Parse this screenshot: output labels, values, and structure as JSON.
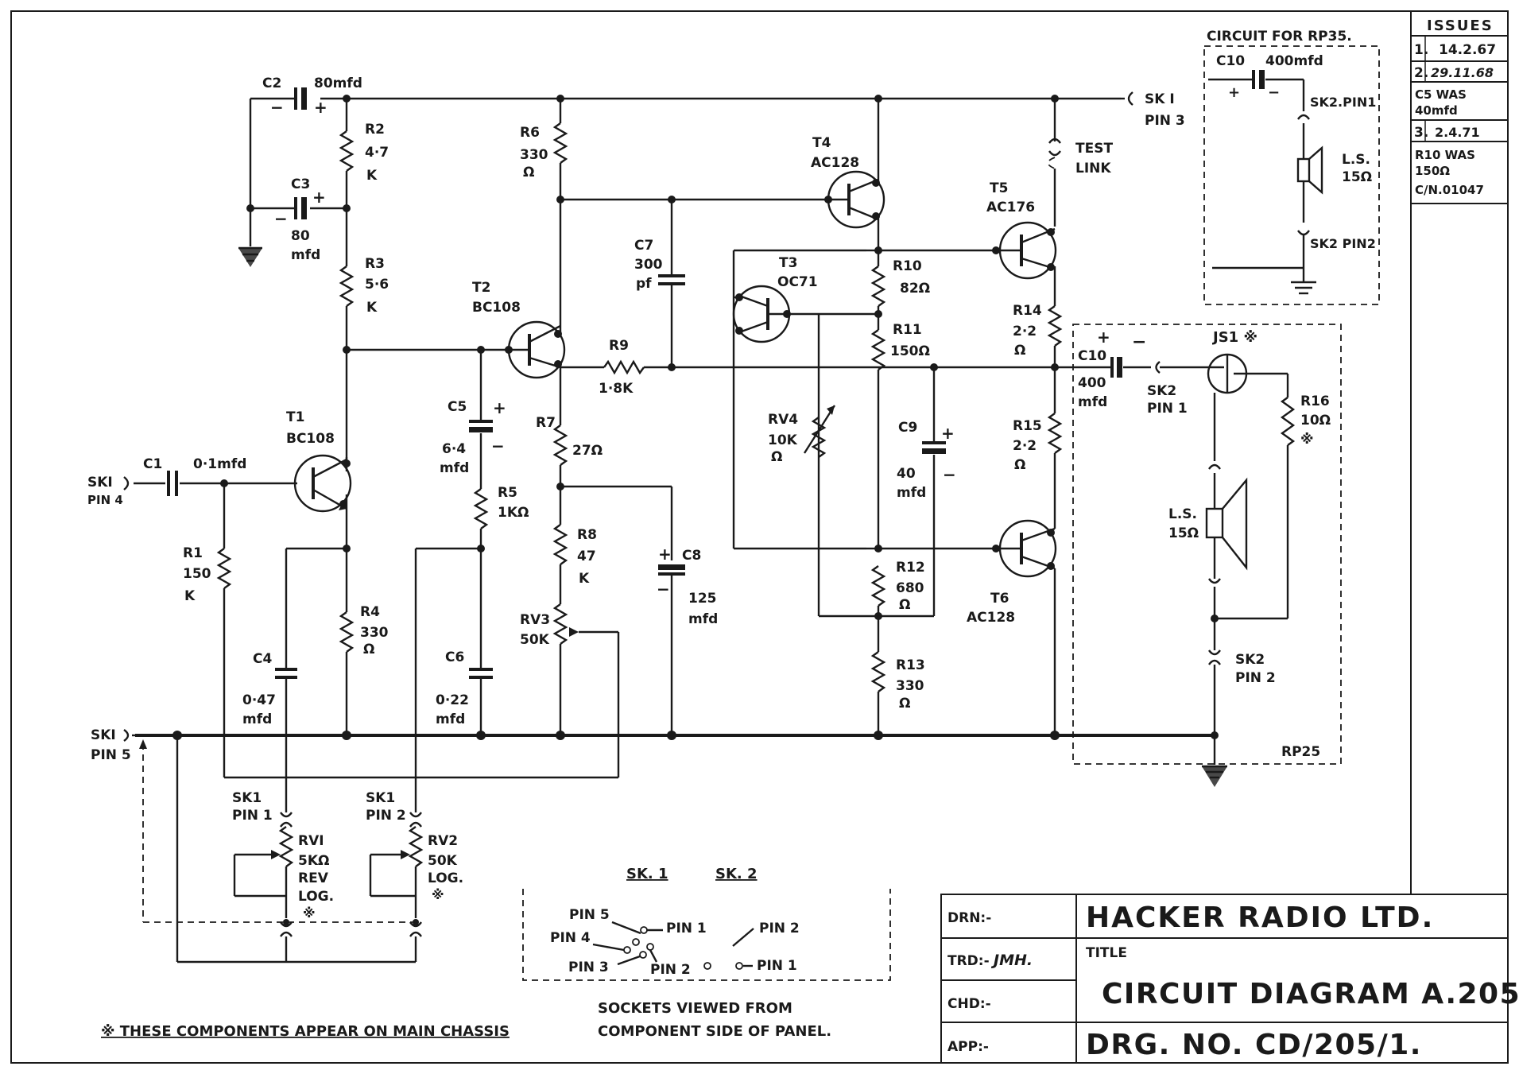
{
  "title_block": {
    "company": "HACKER RADIO LTD.",
    "title_label": "TITLE",
    "title": "CIRCUIT DIAGRAM A.205.",
    "drawing_number": "DRG. NO. CD/205/1.",
    "drn_label": "DRN:-",
    "trd_label": "TRD:-",
    "trd_value": "JMH.",
    "chd_label": "CHD:-",
    "app_label": "APP:-"
  },
  "issues": {
    "header": "ISSUES",
    "rows": [
      {
        "num": "1.",
        "date": "14.2.67"
      },
      {
        "num": "2.",
        "date": "29.11.68",
        "note1": "C5 WAS",
        "note2": "40mfd"
      },
      {
        "num": "3.",
        "date": "2.4.71",
        "note1": "R10 WAS",
        "note2": "150Ω",
        "note3": "C/N.01047"
      }
    ]
  },
  "rp35_box": {
    "title": "CIRCUIT FOR RP35.",
    "c10": "C10",
    "c10_value": "400mfd",
    "sk2_pin1": "SK2.PIN1",
    "sk2_pin2": "SK2 PIN2",
    "ls": "L.S.",
    "ls_value": "15Ω"
  },
  "rp25_box": {
    "label": "RP25",
    "c10": "C10",
    "c10_value": "400",
    "c10_unit": "mfd",
    "js1": "JS1 ※",
    "sk2_pin1_a": "SK2",
    "sk2_pin1_b": "PIN 1",
    "sk2_pin2_a": "SK2",
    "sk2_pin2_b": "PIN 2",
    "r16": "R16",
    "r16_value": "10Ω",
    "r16_mark": "※",
    "ls": "L.S.",
    "ls_value": "15Ω"
  },
  "components": {
    "c2": "C2",
    "c2_value": "80mfd",
    "c3": "C3",
    "c3_value_a": "80",
    "c3_value_b": "mfd",
    "r2": "R2",
    "r2_value_a": "4·7",
    "r2_value_b": "K",
    "r3": "R3",
    "r3_value_a": "5·6",
    "r3_value_b": "K",
    "r6": "R6",
    "r6_value": "330",
    "r6_unit": "Ω",
    "t4": "T4",
    "t4_type": "AC128",
    "t5": "T5",
    "t5_type": "AC176",
    "t3": "T3",
    "t3_type": "OC71",
    "t2": "T2",
    "t2_type": "BC108",
    "t1": "T1",
    "t1_type": "BC108",
    "t6": "T6",
    "t6_type": "AC128",
    "c7": "C7",
    "c7_value_a": "300",
    "c7_value_b": "pf",
    "r10": "R10",
    "r10_value": "82Ω",
    "r11": "R11",
    "r11_value": "150Ω",
    "r9": "R9",
    "r9_value": "1·8K",
    "r14": "R14",
    "r14_value_a": "2·2",
    "r14_value_b": "Ω",
    "r15": "R15",
    "r15_value_a": "2·2",
    "r15_value_b": "Ω",
    "c5": "C5",
    "c5_value_a": "6·4",
    "c5_value_b": "mfd",
    "r7": "R7",
    "r7_value": "27Ω",
    "rv4": "RV4",
    "rv4_value_a": "10K",
    "rv4_value_b": "Ω",
    "c9": "C9",
    "c9_value_a": "40",
    "c9_value_b": "mfd",
    "c1": "C1",
    "c1_value": "0·1mfd",
    "r5": "R5",
    "r5_value": "1KΩ",
    "r8": "R8",
    "r8_value_a": "47",
    "r8_value_b": "K",
    "c8": "C8",
    "c8_value_a": "125",
    "c8_value_b": "mfd",
    "r1": "R1",
    "r1_value_a": "150",
    "r1_value_b": "K",
    "rv3": "RV3",
    "rv3_value": "50K",
    "r12": "R12",
    "r12_value_a": "680",
    "r12_value_b": "Ω",
    "r4": "R4",
    "r4_value_a": "330",
    "r4_value_b": "Ω",
    "c4": "C4",
    "c4_value_a": "0·47",
    "c4_value_b": "mfd",
    "c6": "C6",
    "c6_value_a": "0·22",
    "c6_value_b": "mfd",
    "r13": "R13",
    "r13_value_a": "330",
    "r13_value_b": "Ω",
    "rv1": "RVI",
    "rv1_value_a": "5KΩ",
    "rv1_value_b": "REV",
    "rv1_value_c": "LOG.",
    "rv1_mark": "※",
    "rv2": "RV2",
    "rv2_value_a": "50K",
    "rv2_value_b": "LOG.",
    "rv2_mark": "※"
  },
  "connectors": {
    "sk1_pin3_a": "SK I",
    "sk1_pin3_b": "PIN 3",
    "test_link_a": "TEST",
    "test_link_b": "LINK",
    "sk1_pin4_a": "SKI",
    "sk1_pin4_b": "PIN 4",
    "sk1_pin5_a": "SKI",
    "sk1_pin5_b": "PIN 5",
    "sk1_pin1_a": "SK1",
    "sk1_pin1_b": "PIN 1",
    "sk1_pin2_a": "SK1",
    "sk1_pin2_b": "PIN 2"
  },
  "socket_view": {
    "sk1": "SK. 1",
    "sk2": "SK. 2",
    "pin5": "PIN 5",
    "pin4": "PIN 4",
    "pin3": "PIN 3",
    "pin1": "PIN 1",
    "pin2": "PIN 2",
    "sk2_pin2": "PIN 2",
    "sk2_pin1": "PIN 1",
    "caption_a": "SOCKETS VIEWED FROM",
    "caption_b": "COMPONENT SIDE OF PANEL."
  },
  "footnote": "※ THESE COMPONENTS APPEAR ON MAIN CHASSIS"
}
